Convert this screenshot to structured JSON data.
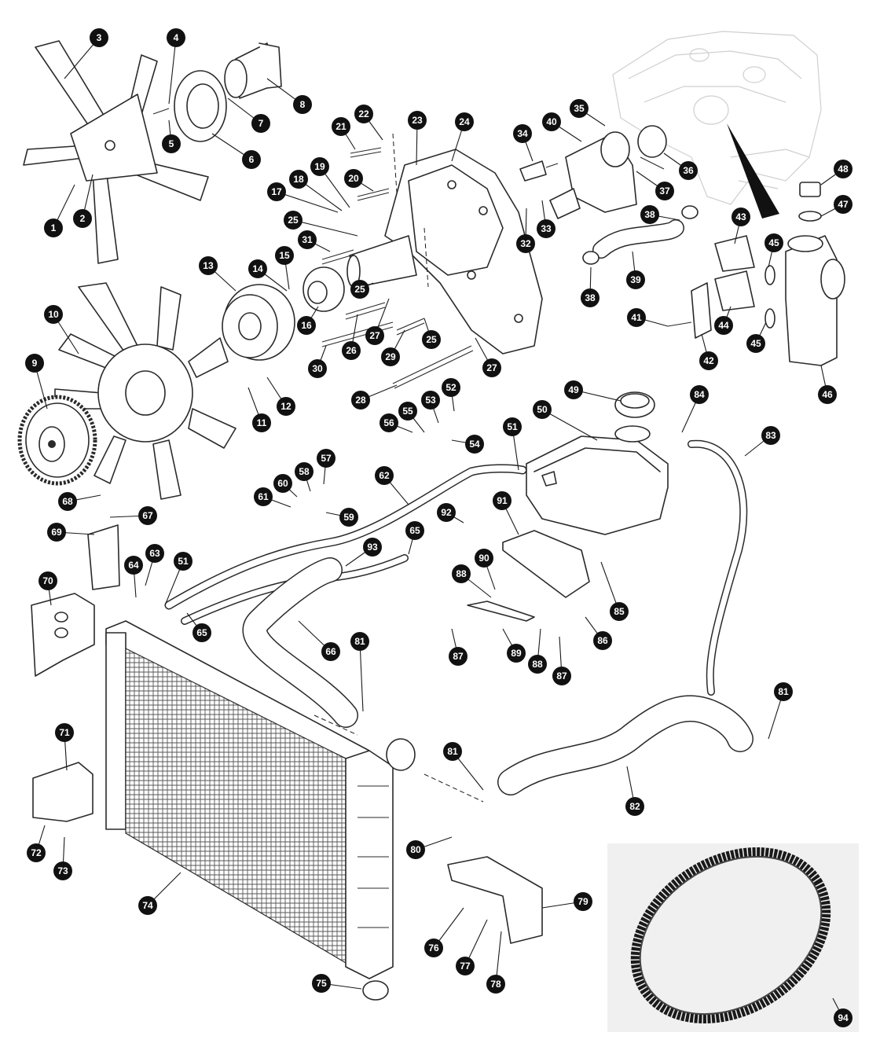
{
  "colors": {
    "callout_fill": "#111111",
    "callout_text": "#ffffff",
    "line": "#2a2a2a",
    "ghost_engine": "#cfcfcf",
    "belt_panel_bg": "#f0f0f0"
  },
  "callouts": [
    {
      "label": "1",
      "part": "fan-bolt"
    },
    {
      "label": "2",
      "part": "fan-washer"
    },
    {
      "label": "3",
      "part": "four-blade-fan"
    },
    {
      "label": "4",
      "part": "screw"
    },
    {
      "label": "5",
      "part": "spring-washer"
    },
    {
      "label": "6",
      "part": "fan-spacer"
    },
    {
      "label": "7",
      "part": "stud"
    },
    {
      "label": "8",
      "part": "fan-extension"
    },
    {
      "label": "9",
      "part": "viscous-coupling"
    },
    {
      "label": "10",
      "part": "nine-blade-fan"
    },
    {
      "label": "11",
      "part": "washer"
    },
    {
      "label": "12",
      "part": "bolt"
    },
    {
      "label": "13",
      "part": "pulley"
    },
    {
      "label": "14",
      "part": "washer"
    },
    {
      "label": "15",
      "part": "bolt"
    },
    {
      "label": "16",
      "part": "hub"
    },
    {
      "label": "17",
      "part": "washer"
    },
    {
      "label": "18",
      "part": "washer"
    },
    {
      "label": "19",
      "part": "nut"
    },
    {
      "label": "20",
      "part": "stud"
    },
    {
      "label": "21",
      "part": "bolt"
    },
    {
      "label": "22",
      "part": "washer"
    },
    {
      "label": "23",
      "part": "gasket"
    },
    {
      "label": "24",
      "part": "water-pump"
    },
    {
      "label": "25",
      "part": "washer"
    },
    {
      "label": "25",
      "part": "washer"
    },
    {
      "label": "25",
      "part": "washer"
    },
    {
      "label": "26",
      "part": "bolt"
    },
    {
      "label": "27",
      "part": "washer"
    },
    {
      "label": "27",
      "part": "washer"
    },
    {
      "label": "28",
      "part": "bolt"
    },
    {
      "label": "29",
      "part": "bolt"
    },
    {
      "label": "30",
      "part": "bolt"
    },
    {
      "label": "31",
      "part": "bolt"
    },
    {
      "label": "32",
      "part": "bolt"
    },
    {
      "label": "33",
      "part": "washer"
    },
    {
      "label": "34",
      "part": "sensor"
    },
    {
      "label": "35",
      "part": "o-ring"
    },
    {
      "label": "36",
      "part": "thermostat"
    },
    {
      "label": "37",
      "part": "gasket"
    },
    {
      "label": "38",
      "part": "clip"
    },
    {
      "label": "38",
      "part": "clip"
    },
    {
      "label": "39",
      "part": "hose"
    },
    {
      "label": "40",
      "part": "thermostat-housing"
    },
    {
      "label": "41",
      "part": "screw"
    },
    {
      "label": "42",
      "part": "bracket"
    },
    {
      "label": "43",
      "part": "sensor"
    },
    {
      "label": "44",
      "part": "sensor"
    },
    {
      "label": "45",
      "part": "seal"
    },
    {
      "label": "45",
      "part": "seal"
    },
    {
      "label": "46",
      "part": "coolant-manifold"
    },
    {
      "label": "47",
      "part": "washer"
    },
    {
      "label": "48",
      "part": "plug"
    },
    {
      "label": "49",
      "part": "filler-cap"
    },
    {
      "label": "50",
      "part": "expansion-tank"
    },
    {
      "label": "51",
      "part": "clip"
    },
    {
      "label": "51",
      "part": "clip"
    },
    {
      "label": "52",
      "part": "screw"
    },
    {
      "label": "53",
      "part": "washer"
    },
    {
      "label": "54",
      "part": "clip"
    },
    {
      "label": "55",
      "part": "washer"
    },
    {
      "label": "56",
      "part": "nut"
    },
    {
      "label": "57",
      "part": "screw"
    },
    {
      "label": "58",
      "part": "washer"
    },
    {
      "label": "59",
      "part": "clip"
    },
    {
      "label": "60",
      "part": "washer"
    },
    {
      "label": "61",
      "part": "nut"
    },
    {
      "label": "62",
      "part": "hose"
    },
    {
      "label": "63",
      "part": "bolt"
    },
    {
      "label": "64",
      "part": "washer"
    },
    {
      "label": "65",
      "part": "clip"
    },
    {
      "label": "65",
      "part": "clip"
    },
    {
      "label": "66",
      "part": "pipe"
    },
    {
      "label": "67",
      "part": "washer"
    },
    {
      "label": "68",
      "part": "bolt"
    },
    {
      "label": "69",
      "part": "bracket"
    },
    {
      "label": "70",
      "part": "mounting"
    },
    {
      "label": "71",
      "part": "mounting"
    },
    {
      "label": "72",
      "part": "washer"
    },
    {
      "label": "73",
      "part": "bolt"
    },
    {
      "label": "74",
      "part": "radiator"
    },
    {
      "label": "75",
      "part": "grommet"
    },
    {
      "label": "76",
      "part": "bolt"
    },
    {
      "label": "77",
      "part": "washer"
    },
    {
      "label": "78",
      "part": "washer"
    },
    {
      "label": "79",
      "part": "bracket"
    },
    {
      "label": "80",
      "part": "plug"
    },
    {
      "label": "81",
      "part": "clip"
    },
    {
      "label": "81",
      "part": "clip"
    },
    {
      "label": "81",
      "part": "clip"
    },
    {
      "label": "82",
      "part": "bottom-hose"
    },
    {
      "label": "83",
      "part": "overflow-hose"
    },
    {
      "label": "84",
      "part": "clip"
    },
    {
      "label": "85",
      "part": "bolt"
    },
    {
      "label": "86",
      "part": "nut"
    },
    {
      "label": "87",
      "part": "bolt"
    },
    {
      "label": "87",
      "part": "bolt"
    },
    {
      "label": "88",
      "part": "washer"
    },
    {
      "label": "88",
      "part": "washer"
    },
    {
      "label": "89",
      "part": "washer"
    },
    {
      "label": "90",
      "part": "nut"
    },
    {
      "label": "91",
      "part": "bracket"
    },
    {
      "label": "92",
      "part": "strap"
    },
    {
      "label": "93",
      "part": "top-hose"
    },
    {
      "label": "94",
      "part": "drive-belt"
    }
  ]
}
